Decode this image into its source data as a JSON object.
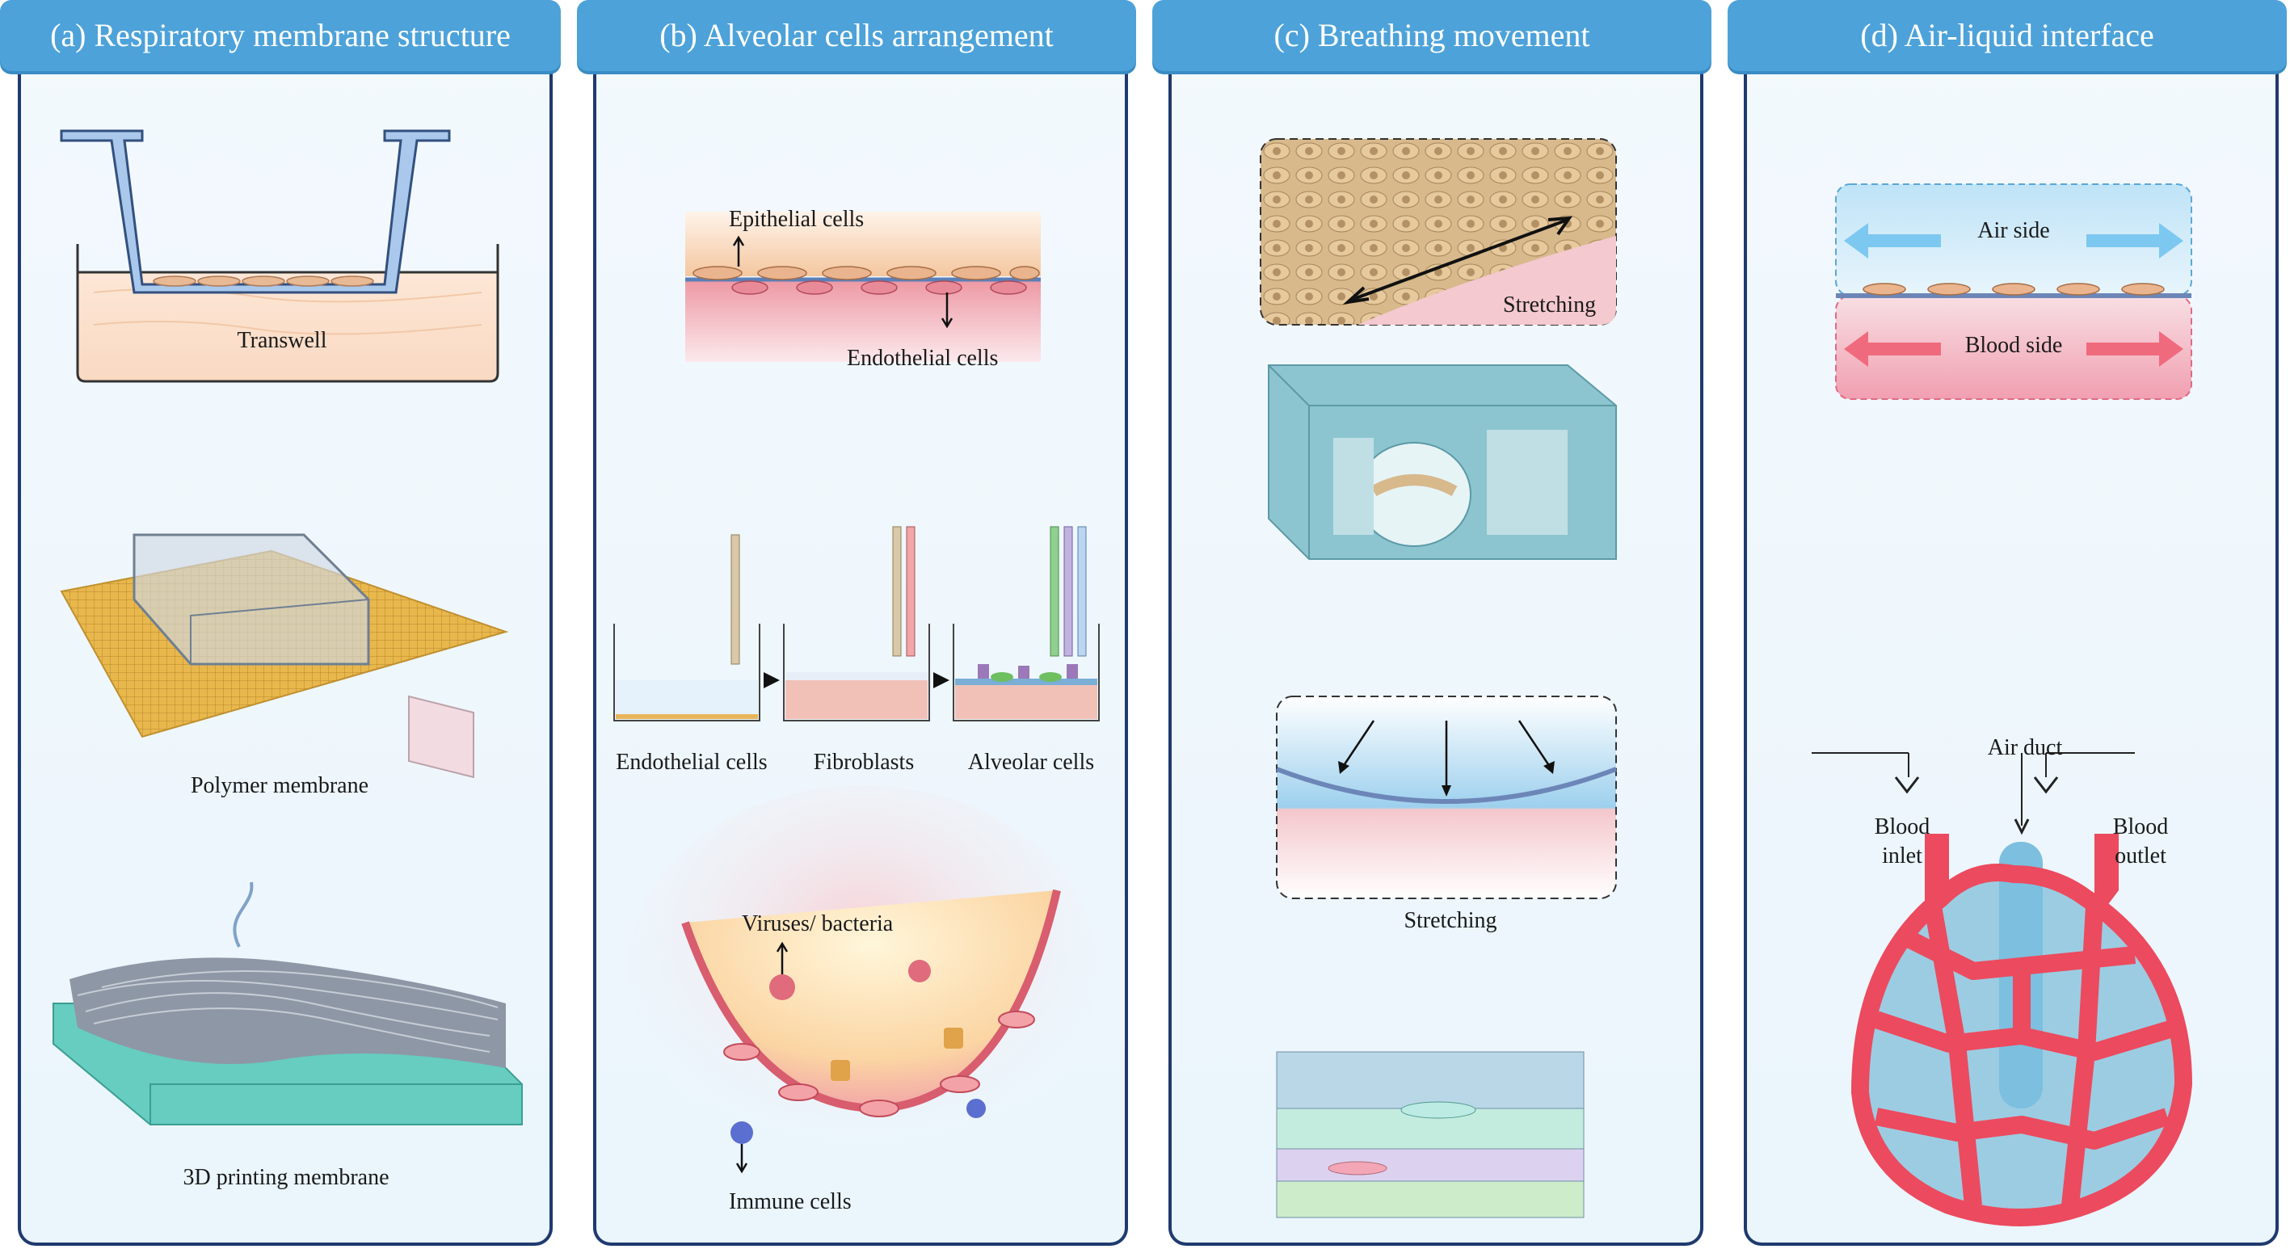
{
  "panels": [
    {
      "title": "(a) Respiratory membrane structure",
      "labels": {
        "transwell": "Transwell",
        "polymer": "Polymer membrane",
        "printing": "3D printing membrane"
      }
    },
    {
      "title": "(b) Alveolar cells arrangement",
      "labels": {
        "epithelial": "Epithelial cells",
        "endothelial": "Endothelial cells",
        "step1": "Endothelial cells",
        "step2": "Fibroblasts",
        "step3": "Alveolar cells",
        "viruses": "Viruses/ bacteria",
        "immune": "Immune cells"
      }
    },
    {
      "title": "(c) Breathing movement",
      "labels": {
        "stretch1": "Stretching",
        "stretch2": "Stretching"
      }
    },
    {
      "title": "(d) Air-liquid interface",
      "labels": {
        "air_side": "Air side",
        "blood_side": "Blood side",
        "air_duct": "Air duct",
        "blood_inlet_1": "Blood",
        "blood_inlet_2": "inlet",
        "blood_outlet_1": "Blood",
        "blood_outlet_2": "outlet"
      }
    }
  ],
  "colors": {
    "header": "#4da2d9",
    "border": "#1f3a6e",
    "panel_bg": "#eef7fc"
  }
}
